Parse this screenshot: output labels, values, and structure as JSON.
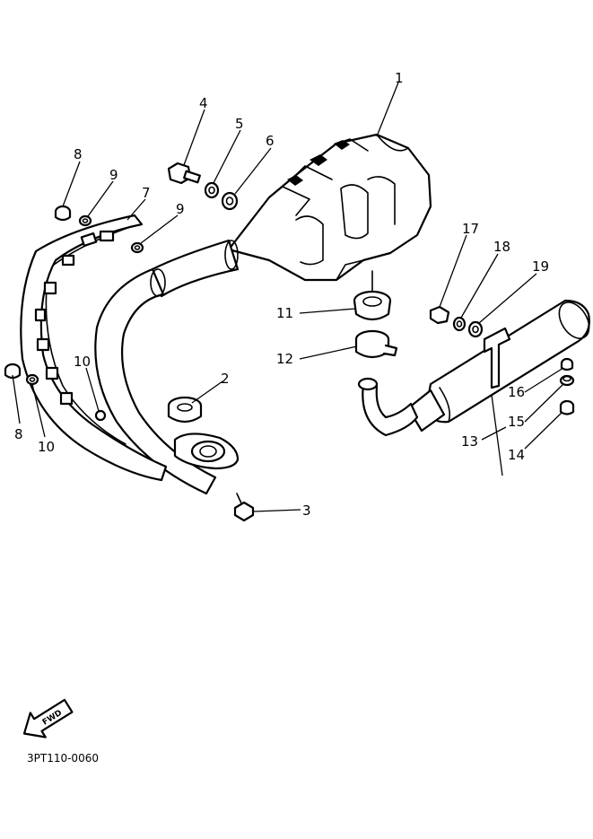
{
  "callouts": {
    "c1": "1",
    "c2": "2",
    "c3": "3",
    "c4": "4",
    "c5": "5",
    "c6": "6",
    "c7": "7",
    "c8a": "8",
    "c8b": "8",
    "c9a": "9",
    "c9b": "9",
    "c10a": "10",
    "c10b": "10",
    "c11": "11",
    "c12": "12",
    "c13": "13",
    "c14": "14",
    "c15": "15",
    "c16": "16",
    "c17": "17",
    "c18": "18",
    "c19": "19"
  },
  "fwd_label": "FWD",
  "figure_code": "3PT110-0060"
}
